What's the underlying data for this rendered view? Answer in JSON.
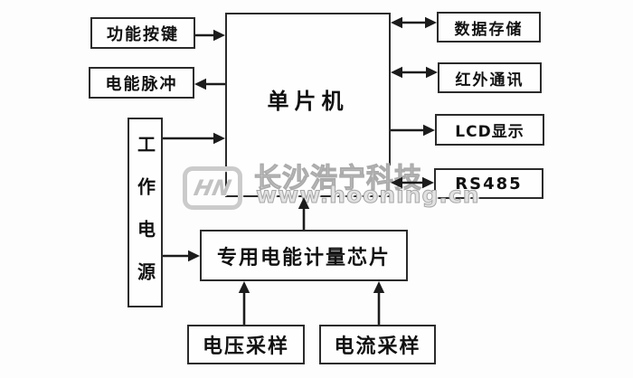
{
  "nodes": {
    "function_keys": {
      "label": "功能按键"
    },
    "energy_pulse": {
      "label": "电能脉冲"
    },
    "working_power": {
      "label": "工作电源"
    },
    "mcu": {
      "label": "单片机"
    },
    "data_storage": {
      "label": "数据存储"
    },
    "infrared_comm": {
      "label": "红外通讯"
    },
    "lcd_display": {
      "label": "LCD显示"
    },
    "rs485": {
      "label": "RS485"
    },
    "metering_chip": {
      "label": "专用电能计量芯片"
    },
    "voltage_sampling": {
      "label": "电压采样"
    },
    "current_sampling": {
      "label": "电流采样"
    }
  },
  "connections": [
    {
      "from": "功能按键",
      "to": "单片机",
      "type": "one-way"
    },
    {
      "from": "单片机",
      "to": "电能脉冲",
      "type": "one-way"
    },
    {
      "from": "工作电源",
      "to": "单片机",
      "type": "one-way"
    },
    {
      "from": "单片机",
      "to": "数据存储",
      "type": "two-way"
    },
    {
      "from": "单片机",
      "to": "红外通讯",
      "type": "two-way"
    },
    {
      "from": "单片机",
      "to": "LCD显示",
      "type": "one-way"
    },
    {
      "from": "单片机",
      "to": "RS485",
      "type": "two-way"
    },
    {
      "from": "工作电源",
      "to": "专用电能计量芯片",
      "type": "one-way"
    },
    {
      "from": "专用电能计量芯片",
      "to": "单片机",
      "type": "one-way"
    },
    {
      "from": "电压采样",
      "to": "专用电能计量芯片",
      "type": "one-way"
    },
    {
      "from": "电流采样",
      "to": "专用电能计量芯片",
      "type": "one-way"
    }
  ],
  "watermark": {
    "logo_text": "HN",
    "company": "长沙浩宁科技",
    "url": "www.hooning.cn"
  },
  "colors": {
    "background": "#fdfdfd",
    "line": "#1c1c1c",
    "box_border": "#2b2b2b",
    "box_fill": "#fefefe",
    "text": "#111111",
    "watermark": "#cccccc"
  }
}
